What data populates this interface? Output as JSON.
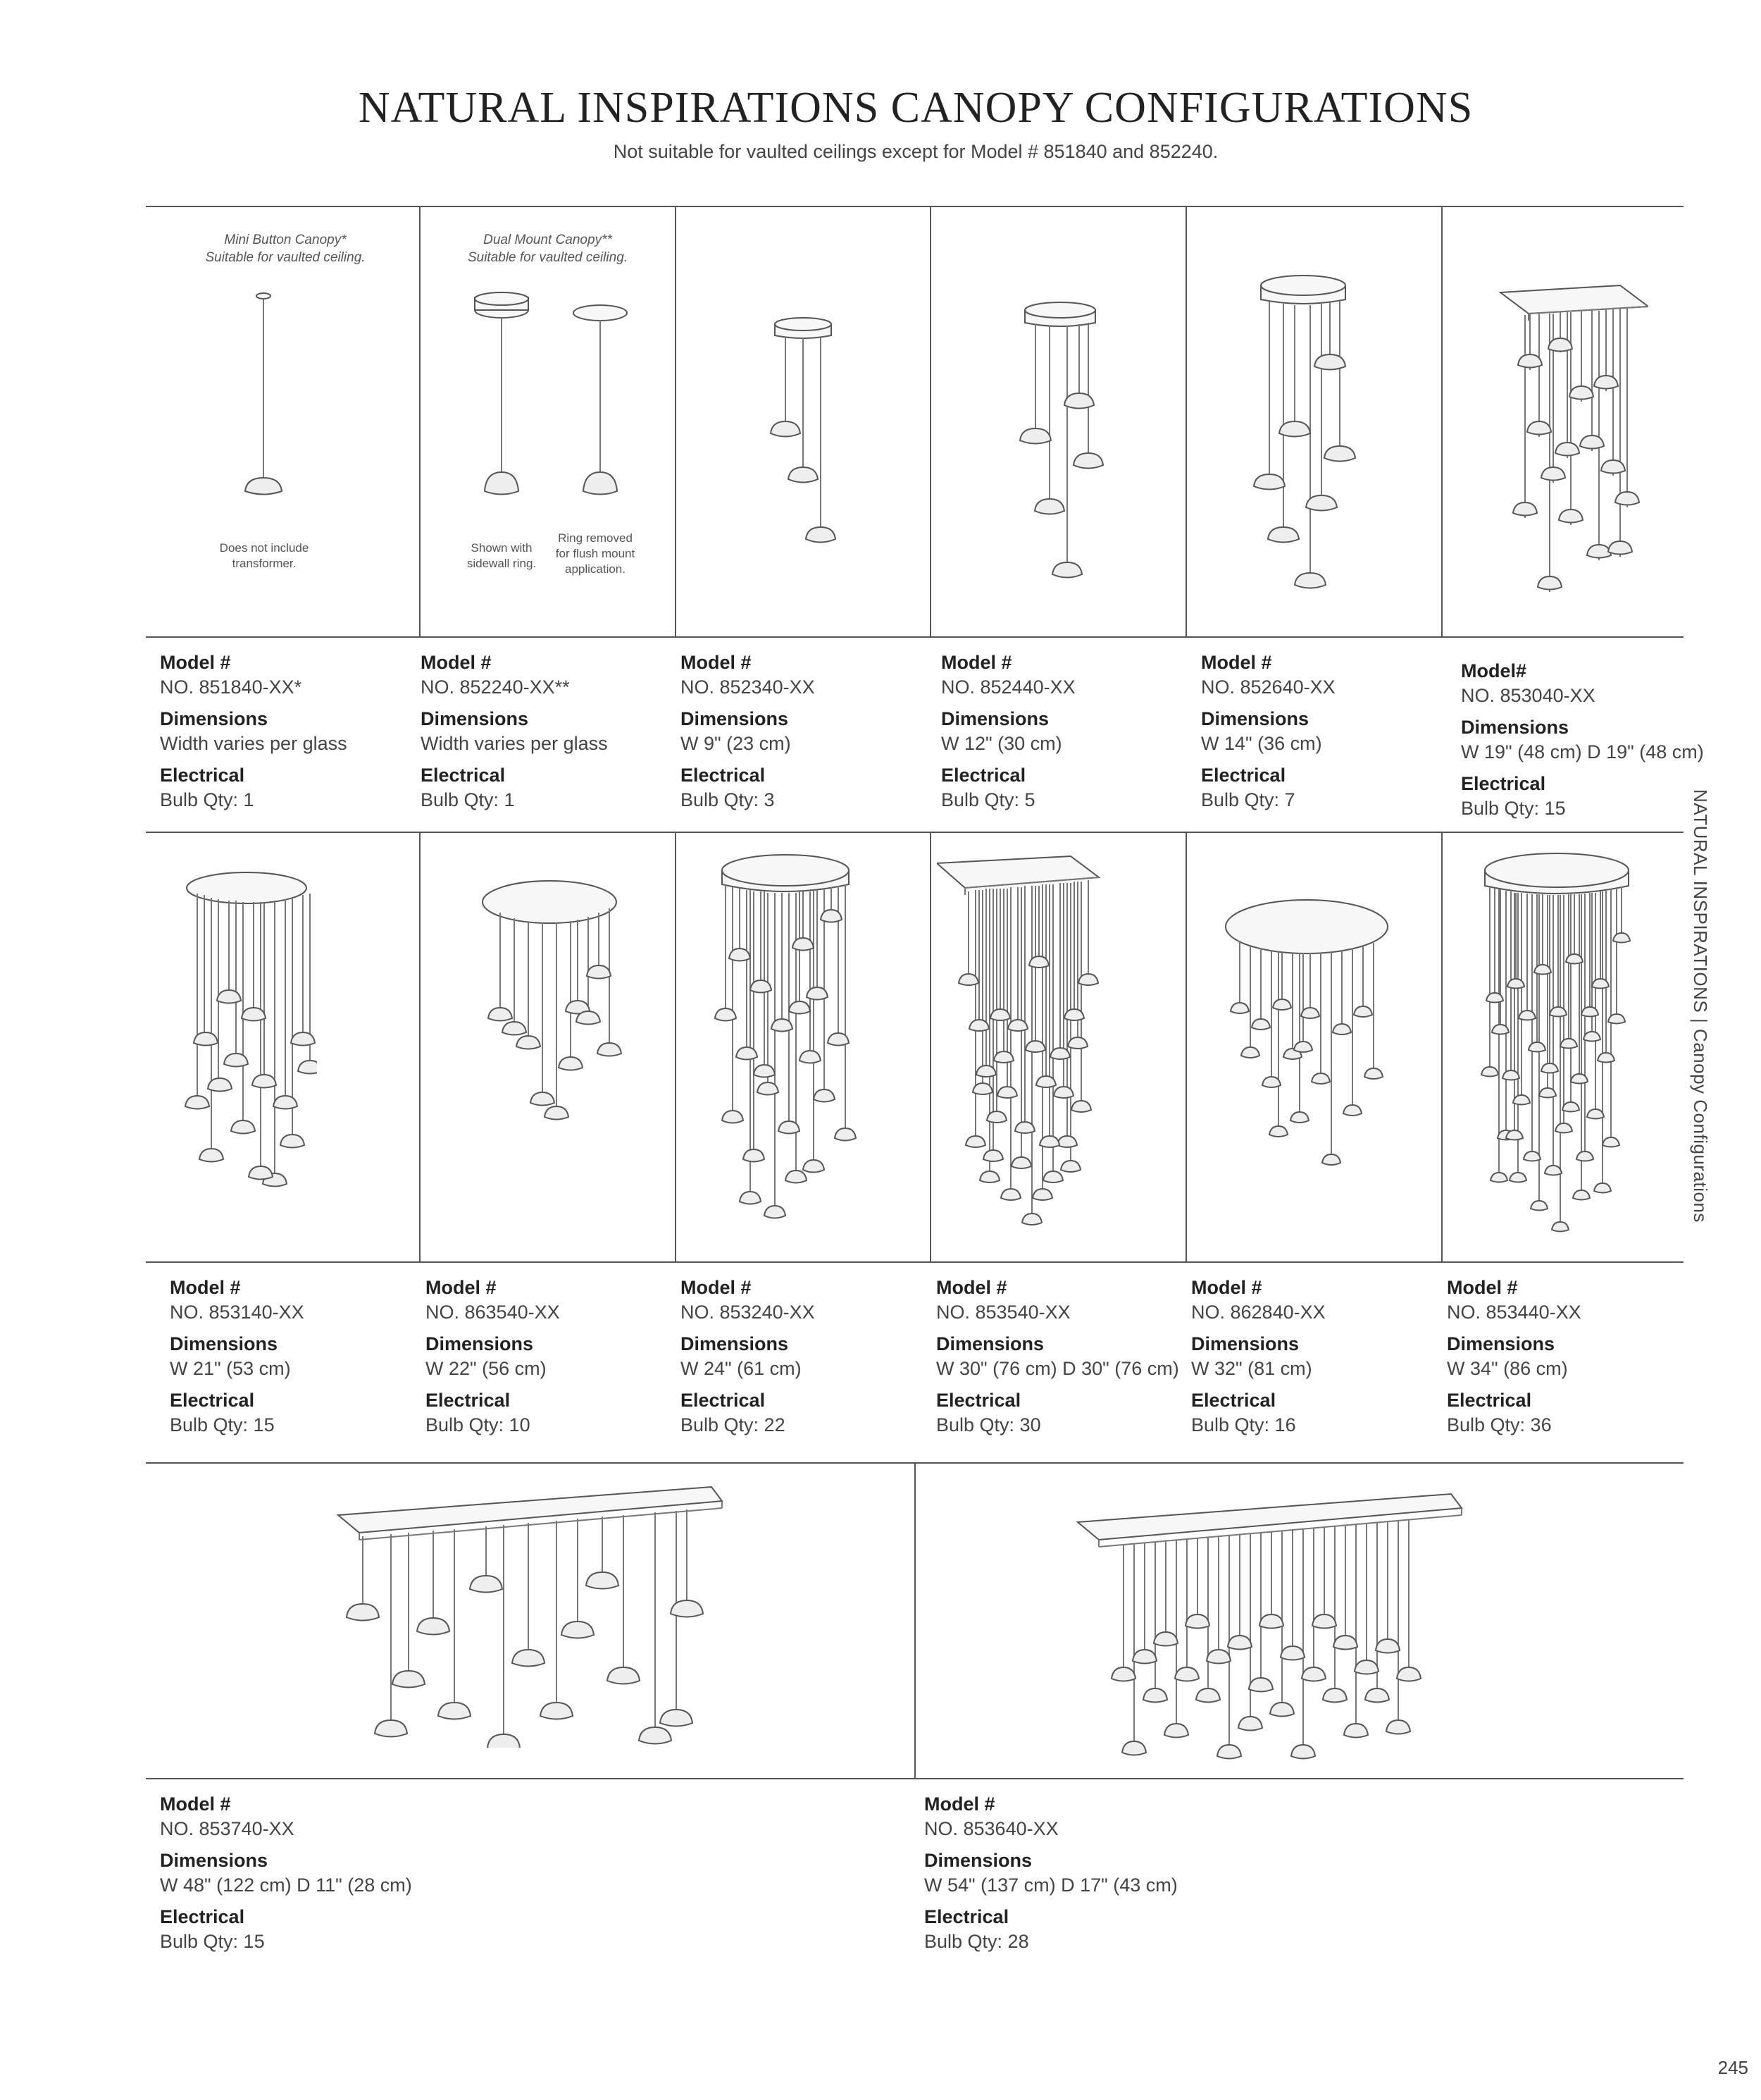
{
  "title": "NATURAL INSPIRATIONS CANOPY CONFIGURATIONS",
  "subtitle": "Not suitable for vaulted ceilings except for Model # 851840 and 852240.",
  "labels": {
    "model": "Model #",
    "model_alt": "Model#",
    "dimensions": "Dimensions",
    "electrical": "Electrical"
  },
  "notes": {
    "mini_button": "Mini Button Canopy*",
    "mini_button_sub": "Suitable for vaulted ceiling.",
    "dual_mount": "Dual Mount Canopy**",
    "dual_mount_sub": "Suitable for vaulted ceiling.",
    "no_transformer": "Does not include transformer.",
    "sidewall": "Shown with sidewall ring.",
    "ring_removed": "Ring removed for flush mount application."
  },
  "row1": [
    {
      "model": "NO. 851840-XX*",
      "dimensions": "Width varies per glass",
      "electrical": "Bulb Qty: 1"
    },
    {
      "model": "NO. 852240-XX**",
      "dimensions": "Width varies per glass",
      "electrical": "Bulb Qty: 1"
    },
    {
      "model": "NO. 852340-XX",
      "dimensions": "W 9\" (23 cm)",
      "electrical": "Bulb Qty: 3"
    },
    {
      "model": "NO. 852440-XX",
      "dimensions": "W 12\" (30 cm)",
      "electrical": "Bulb Qty: 5"
    },
    {
      "model": "NO. 852640-XX",
      "dimensions": "W 14\" (36 cm)",
      "electrical": "Bulb Qty: 7"
    },
    {
      "model": "NO. 853040-XX",
      "dimensions": "W 19\" (48 cm) D 19\" (48 cm)",
      "electrical": "Bulb Qty: 15"
    }
  ],
  "row2": [
    {
      "model": "NO. 853140-XX",
      "dimensions": "W 21\" (53 cm)",
      "electrical": "Bulb Qty: 15"
    },
    {
      "model": "NO. 863540-XX",
      "dimensions": "W 22\" (56 cm)",
      "electrical": "Bulb Qty: 10"
    },
    {
      "model": "NO. 853240-XX",
      "dimensions": "W 24\" (61 cm)",
      "electrical": "Bulb Qty: 22"
    },
    {
      "model": "NO. 853540-XX",
      "dimensions": "W 30\" (76 cm) D 30\" (76 cm)",
      "electrical": "Bulb Qty: 30"
    },
    {
      "model": "NO. 862840-XX",
      "dimensions": "W 32\" (81 cm)",
      "electrical": "Bulb Qty: 16"
    },
    {
      "model": "NO. 853440-XX",
      "dimensions": "W 34\" (86 cm)",
      "electrical": "Bulb Qty: 36"
    }
  ],
  "row3": [
    {
      "model": "NO. 853740-XX",
      "dimensions": "W 48\" (122 cm) D 11\" (28 cm)",
      "electrical": "Bulb Qty: 15"
    },
    {
      "model": "NO. 853640-XX",
      "dimensions": "W 54\" (137 cm) D 17\" (43 cm)",
      "electrical": "Bulb Qty: 28"
    }
  ],
  "sidebar": "NATURAL INSPIRATIONS | Canopy Configurations",
  "page_number": "245"
}
